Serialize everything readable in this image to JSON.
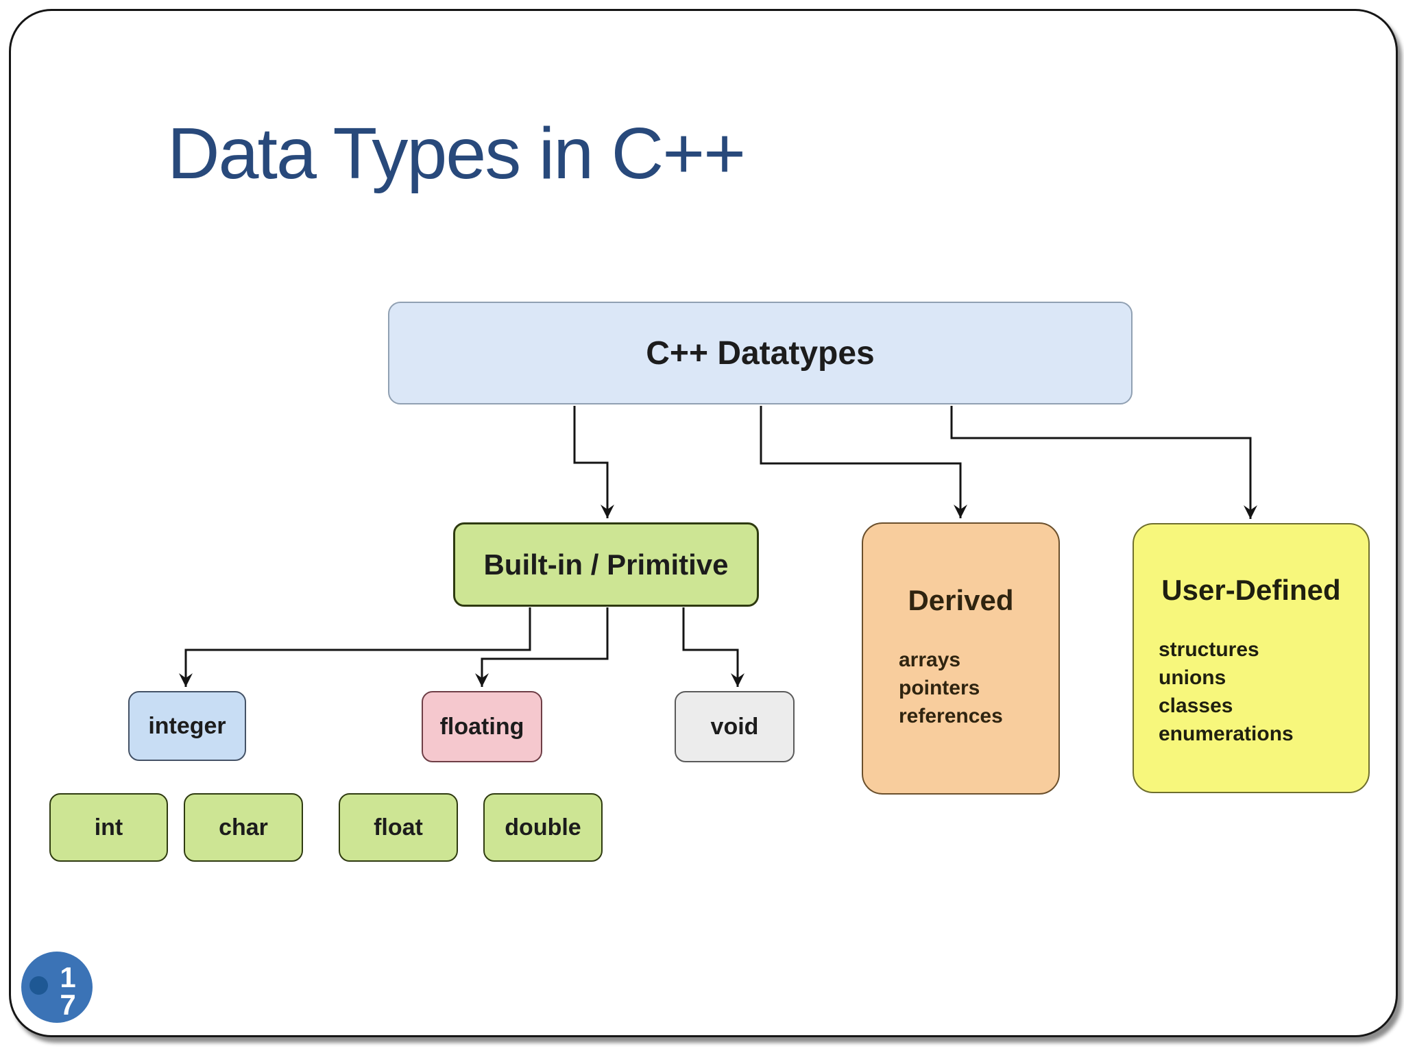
{
  "slide": {
    "title": "Data Types in C++",
    "page_number": "17",
    "page_number_line1": "1",
    "page_number_line2": "7"
  },
  "diagram": {
    "root": {
      "label": "C++ Datatypes"
    },
    "builtin": {
      "label": "Built-in / Primitive"
    },
    "derived": {
      "label": "Derived",
      "items": [
        "arrays",
        "pointers",
        "references"
      ]
    },
    "user_defined": {
      "label": "User-Defined",
      "items": [
        "structures",
        "unions",
        "classes",
        "enumerations"
      ]
    },
    "primitive_kinds": [
      {
        "label": "integer"
      },
      {
        "label": "floating"
      },
      {
        "label": "void"
      }
    ],
    "primitive_types": [
      {
        "label": "int"
      },
      {
        "label": "char"
      },
      {
        "label": "float"
      },
      {
        "label": "double"
      }
    ]
  },
  "colors": {
    "title_text": "#28497B",
    "root_fill": "#dbe7f7",
    "root_border": "#90a0b2",
    "green_fill": "#cde594",
    "green_border": "#2e3a10",
    "orange_fill": "#f8cd9d",
    "orange_border": "#6a4f2c",
    "yellow_fill": "#f7f77c",
    "yellow_border": "#6e6e2e",
    "blue_fill": "#c8ddf4",
    "blue_border": "#445266",
    "pink_fill": "#f5c8ce",
    "pink_border": "#6e3e46",
    "gray_fill": "#ececec",
    "gray_border": "#5a5a5a",
    "connector": "#141414",
    "badge_fill": "#3b73b6",
    "badge_dot": "#1e5894"
  }
}
